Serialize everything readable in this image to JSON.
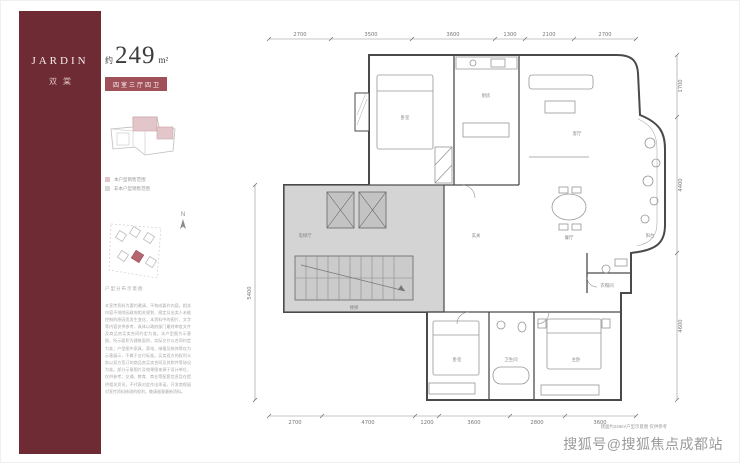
{
  "colors": {
    "brand": "#6e2b34",
    "badge": "#a05059",
    "highlight": "#e3c6c9",
    "core_fill": "#d4d4d4"
  },
  "brand": {
    "logo": "JARDIN",
    "sub": "双棠"
  },
  "info": {
    "area_prefix": "约",
    "area_value": "249",
    "area_unit": "m²",
    "layout_badge": "四室三厅四卫",
    "legend": [
      {
        "label": "本户型销售范围"
      },
      {
        "label": "非本户型销售范围"
      }
    ],
    "compass": "N",
    "site_caption": "户型分布示意图",
    "disclaimer": "本宣传资料为要约邀请，不构成要约内容。相关内容不排除因政府相关规划、规定及出卖人未能控制的原因而发生变化，本资料中的图片、文字等内容仅供参考，具体以政府部门最终审批文件及商品房买卖合同约定为准。本户型图为示意图，所示面积为建筑面积，实际交付以合同约定为准；户型图中家具、家电、绿植及装饰等仅为示意展示，不属于交付标准。买卖双方的权利义务以双方签订的商品房买卖合同及其附件等协议为准。部分示意图片及效果图来源于设计单位，仅供参考；交通、教育、商业等配套信息旨在提供相关资讯，不代表对此作出承诺。开发商保留对宣传资料修改的权利，敬请留意最新资料。"
  },
  "floorplan": {
    "dims_top": [
      "2700",
      "3500",
      "3600",
      "1300",
      "2100",
      "2700"
    ],
    "dims_bottom": [
      "2700",
      "4700",
      "1200",
      "3600",
      "2800",
      "3600"
    ],
    "dims_left": [
      "5400"
    ],
    "dims_right": [
      "1700",
      "4400",
      "4600"
    ],
    "rooms": [
      {
        "label": "卧室"
      },
      {
        "label": "厨房"
      },
      {
        "label": "客厅"
      },
      {
        "label": "餐厅"
      },
      {
        "label": "阳台"
      },
      {
        "label": "电梯厅"
      },
      {
        "label": "玄关"
      },
      {
        "label": "卧室"
      },
      {
        "label": "卫生间"
      },
      {
        "label": "主卧"
      },
      {
        "label": "衣帽间"
      },
      {
        "label": "楼梯"
      }
    ],
    "note": "建面约249m²户型示意图 仅供参考"
  },
  "watermark": "搜狐号@搜狐焦点成都站"
}
